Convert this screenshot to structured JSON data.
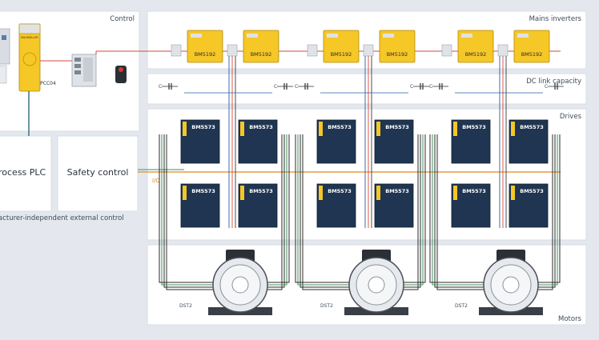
{
  "panels": {
    "control": "Control",
    "mains": "Mains inverters",
    "dclink": "DC link capacity",
    "drives": "Drives",
    "motors": "Motors",
    "process_plc": "rocess PLC",
    "safety_control": "Safety control",
    "external_control": "acturer-independent external control"
  },
  "devices": {
    "plc_model": "PCC04",
    "plc_brand": "BAUMÜLLER",
    "mains_module": "BM5192",
    "drive_module": "BM5573",
    "motor_model": "DST2",
    "capacitor": "C",
    "io_label": "I/O"
  },
  "colors": {
    "mains_module": "#f5c727",
    "drive_module": "#1f3551",
    "io_line": "#e08a1e",
    "ethernet_line": "#d44a3a",
    "dc_line": "#2a5fa8",
    "control_line": "#2f6b7a"
  }
}
